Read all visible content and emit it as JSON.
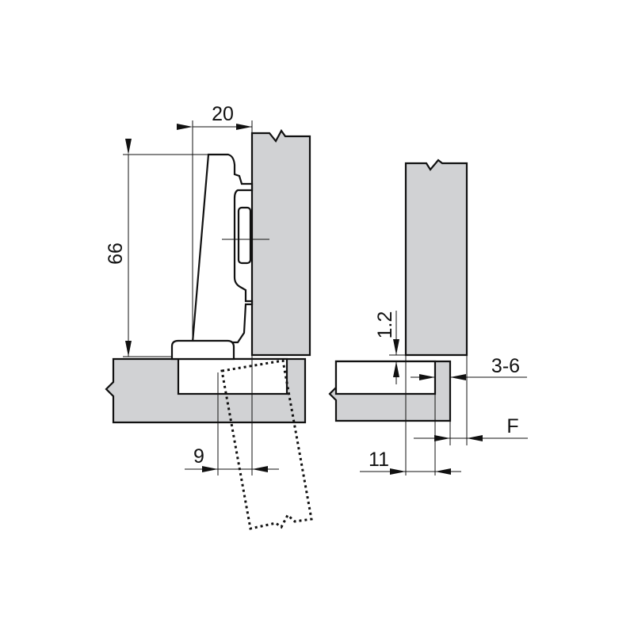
{
  "colors": {
    "panel_fill": "#d1d2d4",
    "line": "#111111",
    "background": "#ffffff"
  },
  "left_view": {
    "dim_width": "20",
    "dim_height": "66",
    "dim_offset": "9"
  },
  "right_view": {
    "dim_gap": "1.2",
    "dim_range": "3-6",
    "dim_f": "F",
    "dim_overlay": "11"
  }
}
